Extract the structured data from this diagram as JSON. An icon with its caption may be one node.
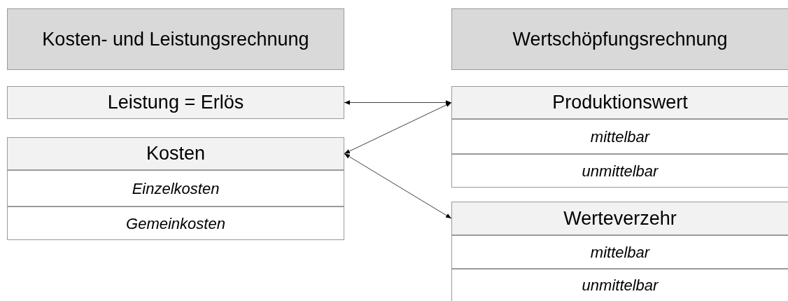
{
  "diagram": {
    "nodes": [
      {
        "text": [
          "Kosten- und Leistungsrechnung"
        ]
      },
      {
        "text": [
          "Wertschöpfungsrechnung"
        ]
      },
      {
        "text": [
          "Leistung = Erlös"
        ]
      },
      {
        "text": [
          "Kosten"
        ]
      },
      {
        "text": [
          "Einzelkosten"
        ]
      },
      {
        "text": [
          "Gemeinkosten"
        ]
      },
      {
        "text": [
          "Produktionswert"
        ]
      },
      {
        "text": [
          "mittelbar"
        ]
      },
      {
        "text": [
          "unmittelbar"
        ]
      },
      {
        "text": [
          "Werteverzehr"
        ]
      },
      {
        "text": [
          "mittelbar"
        ]
      },
      {
        "text": [
          "unmittelbar"
        ]
      }
    ],
    "edges": [
      {
        "from": 2,
        "to": 6,
        "arrow": "both"
      },
      {
        "from": 3,
        "to": 6,
        "arrow": "both"
      },
      {
        "from": 3,
        "to": 9,
        "arrow": "both"
      }
    ]
  }
}
